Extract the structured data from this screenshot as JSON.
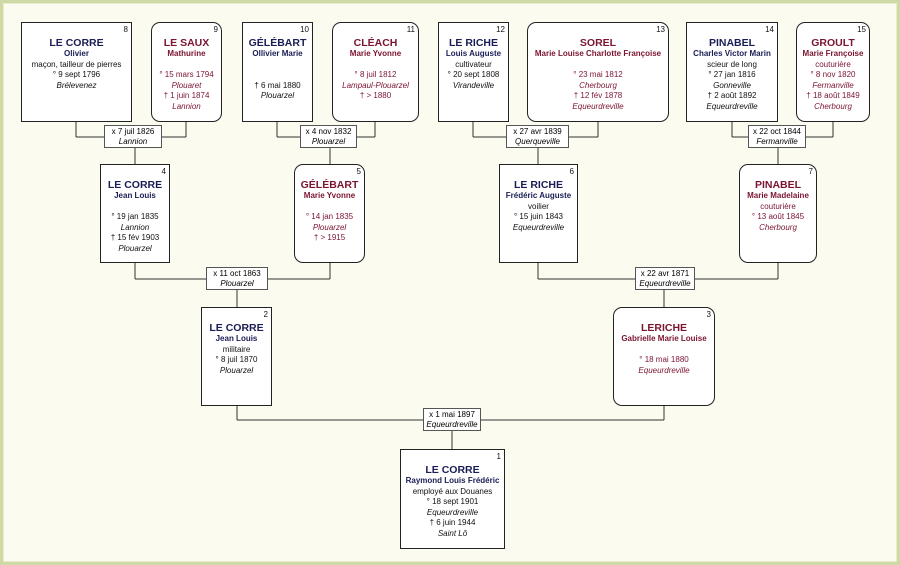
{
  "persons": {
    "p1": {
      "num": "1",
      "surname": "LE CORRE",
      "given": "Raymond Louis Frédéric",
      "lines": [
        "employé aux Douanes",
        "° 18 sept 1901",
        "Equeurdreville",
        "† 6 juin 1944",
        "Saint Lô"
      ]
    },
    "p2": {
      "num": "2",
      "surname": "LE CORRE",
      "given": "Jean Louis",
      "lines": [
        "militaire",
        "° 8 juil 1870",
        "Plouarzel"
      ]
    },
    "p3": {
      "num": "3",
      "surname": "LERICHE",
      "given": "Gabrielle Marie Louise",
      "lines": [
        "",
        "° 18 mai 1880",
        "Equeurdreville"
      ]
    },
    "p4": {
      "num": "4",
      "surname": "LE CORRE",
      "given": "Jean Louis",
      "lines": [
        "",
        "° 19 jan 1835",
        "Lannion",
        "† 15 fév 1903",
        "Plouarzel"
      ]
    },
    "p5": {
      "num": "5",
      "surname": "GÉLÉBART",
      "given": "Marie Yvonne",
      "lines": [
        "",
        "° 14 jan 1835",
        "Plouarzel",
        "† > 1915"
      ]
    },
    "p6": {
      "num": "6",
      "surname": "LE RICHE",
      "given": "Frédéric Auguste",
      "lines": [
        "voilier",
        "° 15 juin 1843",
        "Equeurdreville"
      ]
    },
    "p7": {
      "num": "7",
      "surname": "PINABEL",
      "given": "Marie Madelaine",
      "lines": [
        "couturière",
        "° 13 août 1845",
        "Cherbourg"
      ]
    },
    "p8": {
      "num": "8",
      "surname": "LE CORRE",
      "given": "Olivier",
      "lines": [
        "maçon, tailleur de pierres",
        "° 9 sept 1796",
        "Brélevenez"
      ]
    },
    "p9": {
      "num": "9",
      "surname": "LE SAUX",
      "given": "Mathurine",
      "lines": [
        "",
        "° 15 mars 1794",
        "Plouaret",
        "† 1 juin 1874",
        "Lannion"
      ]
    },
    "p10": {
      "num": "10",
      "surname": "GÉLÉBART",
      "given": "Ollivier Marie",
      "lines": [
        "",
        "",
        "† 6 mai 1880",
        "Plouarzel"
      ]
    },
    "p11": {
      "num": "11",
      "surname": "CLÉACH",
      "given": "Marie Yvonne",
      "lines": [
        "",
        "° 8 juil 1812",
        "Lampaul-Plouarzel",
        "† > 1880"
      ]
    },
    "p12": {
      "num": "12",
      "surname": "LE RICHE",
      "given": "Louis Auguste",
      "lines": [
        "cultivateur",
        "° 20 sept 1808",
        "Virandeville"
      ]
    },
    "p13": {
      "num": "13",
      "surname": "SOREL",
      "given": "Marie Louise Charlotte Françoise",
      "lines": [
        "",
        "° 23 mai 1812",
        "Cherbourg",
        "† 12 fév 1878",
        "Equeurdreville"
      ]
    },
    "p14": {
      "num": "14",
      "surname": "PINABEL",
      "given": "Charles Victor Marin",
      "lines": [
        "scieur de long",
        "° 27 jan 1816",
        "Gonneville",
        "† 2 août 1892",
        "Equeurdreville"
      ]
    },
    "p15": {
      "num": "15",
      "surname": "GROULT",
      "given": "Marie Françoise",
      "lines": [
        "couturière",
        "° 8 nov 1820",
        "Fermanville",
        "† 18 août 1849",
        "Cherbourg"
      ]
    }
  },
  "marriages": {
    "m8": {
      "date": "x 7 juil 1826",
      "place": "Lannion"
    },
    "m10": {
      "date": "x 4 nov 1832",
      "place": "Plouarzel"
    },
    "m12": {
      "date": "x 27 avr 1839",
      "place": "Querqueville"
    },
    "m14": {
      "date": "x 22 oct 1844",
      "place": "Fermanville"
    },
    "m4": {
      "date": "x 11 oct 1863",
      "place": "Plouarzel"
    },
    "m6": {
      "date": "x 22 avr 1871",
      "place": "Equeurdreville"
    },
    "m2": {
      "date": "x 1 mai 1897",
      "place": "Equeurdreville"
    }
  },
  "colors": {
    "male_text": "#1a1d55",
    "female_text": "#7a1430",
    "background": "#fbfbef",
    "frame": "#cfd9a6"
  }
}
